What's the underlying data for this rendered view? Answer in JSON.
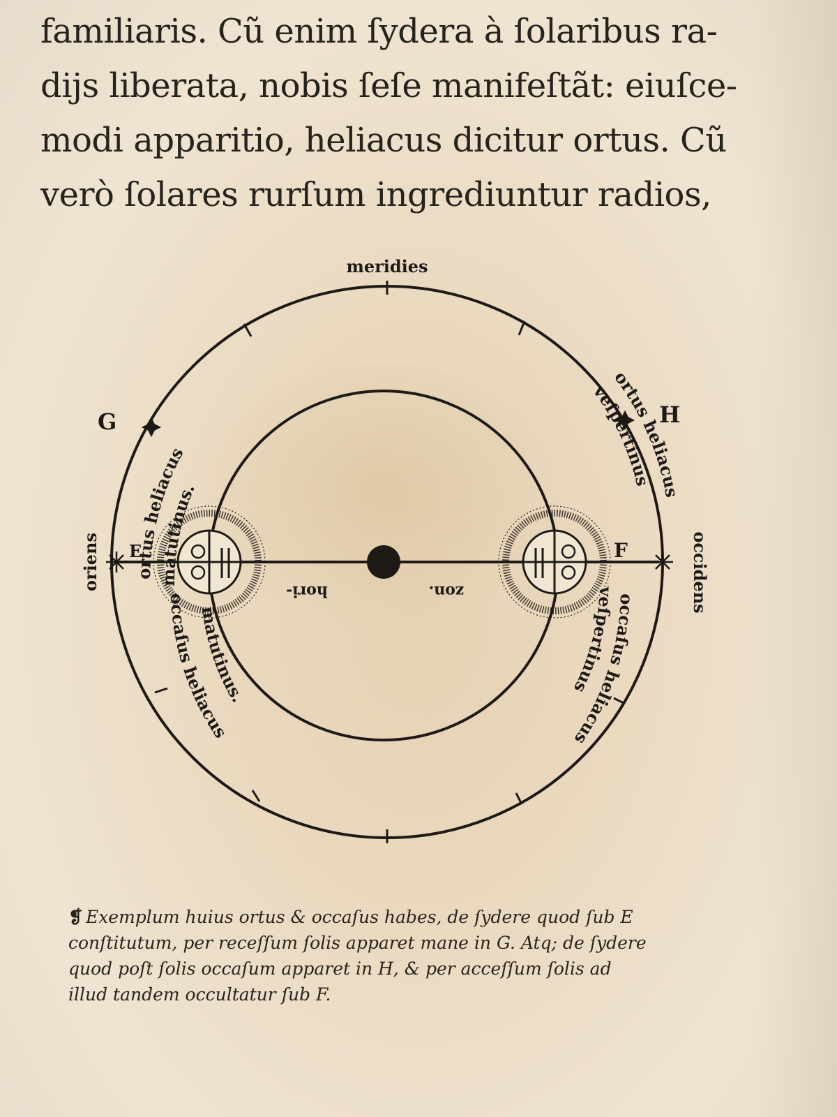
{
  "body_text": {
    "lines": [
      "familiaris. Cũ enim ſydera à ſolaribus ra-",
      "dijs liberata, nobis ſeſe manifeſtãt: eiuſce-",
      "modi apparitio, heliacus dicitur ortus. Cũ",
      "verò ſolares rurſum ingrediuntur radios,"
    ]
  },
  "diagram": {
    "labels": {
      "top": "meridies",
      "left": "oriens",
      "right": "occidens",
      "upper_left_letter": "G",
      "upper_right_letter": "H",
      "left_point": "E",
      "right_point": "F",
      "upper_left_arc_1": "ortus heliacus",
      "upper_left_arc_2": "matutinus.",
      "upper_right_arc_1": "ortus heliacus",
      "upper_right_arc_2": "veſpertinus",
      "lower_left_arc_1": "occaſus heliacus",
      "lower_left_arc_2": "matutinus.",
      "lower_right_arc_1": "occaſus heliacus",
      "lower_right_arc_2": "veſpertinus",
      "horizon_left": "hori-",
      "horizon_right": "zon."
    },
    "colors": {
      "ink": "#1d1a16",
      "paper": "#ead9bf"
    }
  },
  "caption": {
    "lines": [
      "Exemplum huius ortus & occaſus habes, de ſydere quod ſub E",
      "conſtitutum, per receſſum ſolis apparet mane in G. Atq; de ſydere",
      "quod poſt ſolis occaſum apparet in H, & per acceſſum ſolis ad",
      "illud tandem occultatur ſub F."
    ],
    "mark": "❡"
  }
}
